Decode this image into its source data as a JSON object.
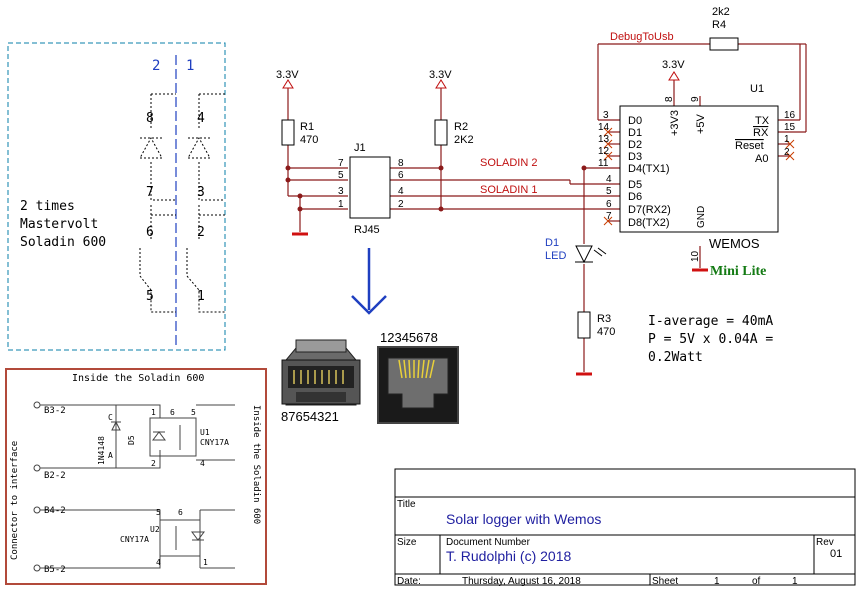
{
  "soladin_box": {
    "col_left": "2",
    "col_right": "1",
    "pins": [
      "8",
      "4",
      "7",
      "3",
      "6",
      "2",
      "5",
      "1"
    ],
    "note_lines": [
      "2 times",
      "Mastervolt",
      "Soladin 600"
    ]
  },
  "power": {
    "label": "3.3V"
  },
  "r1": {
    "ref": "R1",
    "value": "470"
  },
  "r2": {
    "ref": "R2",
    "value": "2K2"
  },
  "r3": {
    "ref": "R3",
    "value": "470"
  },
  "r4": {
    "ref": "R4",
    "value": "2k2"
  },
  "d1": {
    "ref": "D1",
    "value": "LED"
  },
  "j1": {
    "ref": "J1",
    "value": "RJ45",
    "left_pins": [
      "7",
      "5",
      "3",
      "1"
    ],
    "right_pins": [
      "8",
      "6",
      "4",
      "2"
    ]
  },
  "nets": {
    "soladin2": "SOLADIN 2",
    "soladin1": "SOLADIN 1",
    "debug": "DebugToUsb"
  },
  "u1": {
    "ref": "U1",
    "name": "WEMOS",
    "subtitle": "Mini Lite",
    "left_pins": [
      {
        "num": "3",
        "label": "D0"
      },
      {
        "num": "14",
        "label": "D1"
      },
      {
        "num": "13",
        "label": "D2"
      },
      {
        "num": "12",
        "label": "D3"
      },
      {
        "num": "11",
        "label": "D4(TX1)"
      },
      {
        "num": "4",
        "label": "D5"
      },
      {
        "num": "5",
        "label": "D6"
      },
      {
        "num": "6",
        "label": "D7(RX2)"
      },
      {
        "num": "7",
        "label": "D8(TX2)"
      }
    ],
    "right_pins": [
      {
        "num": "16",
        "label": "TX"
      },
      {
        "num": "15",
        "label": "RX"
      },
      {
        "num": "1",
        "label": "Reset"
      },
      {
        "num": "2",
        "label": "A0"
      }
    ],
    "top_pins": [
      {
        "num": "8",
        "label": "+3V3"
      },
      {
        "num": "9",
        "label": "+5V"
      }
    ],
    "gnd_pin": {
      "num": "10",
      "label": "GND"
    }
  },
  "plug_pins": "87654321",
  "jack_pins": "12345678",
  "current_note": [
    "I-average = 40mA",
    "P = 5V x 0.04A =",
    "0.2Watt"
  ],
  "interface_box": {
    "title": "Inside the Soladin 600",
    "left_side_text": "Connector to interface",
    "right_side_text": "Inside the Soladin 600",
    "terminals": [
      "B3-2",
      "B2-2",
      "B4-2",
      "B5-2"
    ],
    "u1_ref": "U1",
    "u1_part": "CNY17A",
    "u2_ref": "U2",
    "u2_part": "CNY17A",
    "d5_ref": "D5",
    "d5_part": "1N4148",
    "u1_pins": [
      "1",
      "6",
      "5",
      "2",
      "4"
    ],
    "u2_pins": [
      "5",
      "6",
      "4",
      "1"
    ],
    "d5_pins": [
      "C",
      "A"
    ]
  },
  "title_block": {
    "title_label": "Title",
    "title": "Solar logger with Wemos",
    "size_label": "Size",
    "doc_label": "Document Number",
    "doc": "T. Rudolphi (c) 2018",
    "rev_label": "Rev",
    "rev": "01",
    "date_label": "Date:",
    "date": "Thursday, August 16, 2018",
    "sheet_label": "Sheet",
    "sheet": "1",
    "of_label": "of",
    "sheets": "1"
  }
}
